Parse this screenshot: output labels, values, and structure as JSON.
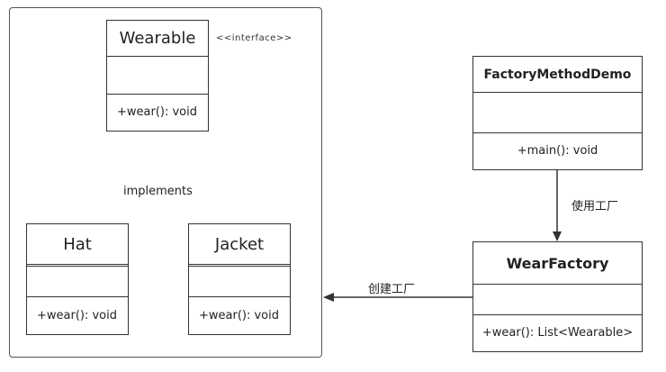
{
  "wearable": {
    "name": "Wearable",
    "stereotype": "<<interface>>",
    "operation": "+wear():  void"
  },
  "implements_label": "implements",
  "hat": {
    "name": "Hat",
    "operation": "+wear():  void"
  },
  "jacket": {
    "name": "Jacket",
    "operation": "+wear():  void"
  },
  "factory_method_demo": {
    "name": "FactoryMethodDemo",
    "operation": "+main():  void"
  },
  "wear_factory": {
    "name": "WearFactory",
    "operation": "+wear():  List<Wearable>"
  },
  "use_factory_label": "使用工厂",
  "create_factory_label": "创建工厂",
  "colors": {
    "line": "#333333",
    "frame": "#555555",
    "background": "#ffffff"
  }
}
